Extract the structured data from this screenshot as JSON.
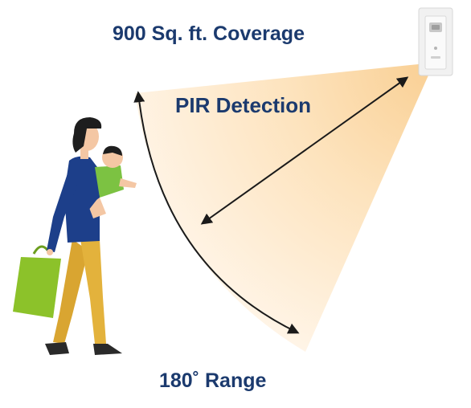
{
  "labels": {
    "coverage": "900 Sq. ft. Coverage",
    "detection": "PIR Detection",
    "range": "180˚ Range"
  },
  "colors": {
    "text": "#1b3a6e",
    "beam_near": "#fbd9a8",
    "beam_far": "#ffffff",
    "jacket": "#1d3f8a",
    "pants": "#e3b23c",
    "bag": "#8cc22a",
    "baby_shirt": "#7cc242",
    "skin": "#f4c7a4",
    "hair": "#1e1e1e",
    "arrow": "#1a1a1a"
  },
  "icons": {
    "sensor": "wall-occupancy-sensor-icon",
    "person": "woman-carrying-baby-and-bag-figure"
  }
}
